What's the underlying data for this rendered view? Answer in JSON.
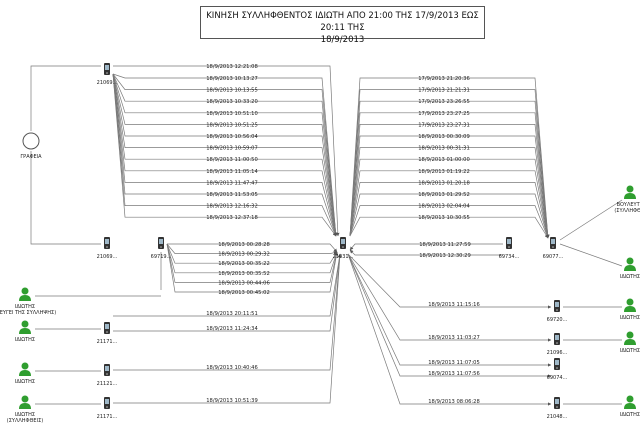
{
  "title_line1": "ΚΙΝΗΣΗ ΣΥΛΛΗΦΘΕΝΤΟΣ ΙΔΙΩΤΗ ΑΠΟ 21:00 ΤΗΣ 17/9/2013 ΕΩΣ 20:11 ΤΗΣ",
  "title_line2": "18/9/2013",
  "colors": {
    "line": "#7a7a7a",
    "text": "#222222",
    "phone": "#333333",
    "person": "#2f9e2f"
  },
  "nodes": [
    {
      "id": "p_top",
      "type": "phone",
      "label": "21069..."
    },
    {
      "id": "office",
      "type": "circle",
      "label": "ΓΡΑΦΕΙΑ"
    },
    {
      "id": "p_left",
      "type": "phone",
      "label": "21069..."
    },
    {
      "id": "p_6971",
      "type": "phone",
      "label": "69719..."
    },
    {
      "id": "p_center",
      "type": "phone",
      "label": "21031..."
    },
    {
      "id": "p_6973",
      "type": "phone",
      "label": "69734..."
    },
    {
      "id": "p_6907",
      "type": "phone",
      "label": "69077..."
    },
    {
      "id": "person_r_top",
      "type": "person",
      "label": "ΒΟΥΛΕΥΤΗ (ΣΥΛΛΗΦΘΕΙ"
    },
    {
      "id": "person_r_2",
      "type": "person",
      "label": "ΙΔΙΩΤΗΣ"
    },
    {
      "id": "person_l_1",
      "type": "person",
      "label": "ΙΔΙΩΤΗΣ (ΦΕΥΓΕΙ ΤΗΣ ΣΥΛΛΗΨΗΣ)"
    },
    {
      "id": "person_l_2",
      "type": "person",
      "label": "ΙΔΙΩΤΗΣ"
    },
    {
      "id": "p_2117a",
      "type": "phone",
      "label": "21171..."
    },
    {
      "id": "person_l_3",
      "type": "person",
      "label": "ΙΔΙΩΤΗΣ"
    },
    {
      "id": "p_2112",
      "type": "phone",
      "label": "21121..."
    },
    {
      "id": "person_l_4",
      "type": "person",
      "label": "ΙΔΙΩΤΗΣ (ΣΥΛΛΗΦΘΕΙΣ)"
    },
    {
      "id": "p_2117b",
      "type": "phone",
      "label": "21171..."
    },
    {
      "id": "p_6972",
      "type": "phone",
      "label": "69720..."
    },
    {
      "id": "person_r_3",
      "type": "person",
      "label": "ΙΔΙΩΤΗΣ"
    },
    {
      "id": "p_2109",
      "type": "phone",
      "label": "21096..."
    },
    {
      "id": "person_r_4",
      "type": "person",
      "label": "ΙΔΙΩΤΗΣ"
    },
    {
      "id": "p_6974",
      "type": "phone",
      "label": "69074..."
    },
    {
      "id": "p_2104",
      "type": "phone",
      "label": "21048..."
    },
    {
      "id": "person_r_5",
      "type": "person",
      "label": "ΙΔΙΩΤΗΣ"
    }
  ],
  "edges_top_left": [
    "18/9/2013 12:21:08"
  ],
  "edges_left_bundle": [
    "18/9/2013 10:13:27",
    "18/9/2013 10:13:55",
    "18/9/2013 10:33:20",
    "18/9/2013 10:51:10",
    "18/9/2013 10:51:25",
    "18/9/2013 10:56:04",
    "18/9/2013 10:59:07",
    "18/9/2013 11:00:50",
    "18/9/2013 11:05:14",
    "18/9/2013 11:47:47",
    "18/9/2013 11:53:05",
    "18/9/2013 12:16:32",
    "18/9/2013 12:37:18"
  ],
  "edges_right_bundle": [
    "17/9/2013 21:20:36",
    "17/9/2013 21:21:31",
    "17/9/2013 23:26:55",
    "17/9/2013 23:27:25",
    "17/9/2013 23:27:31",
    "18/9/2013 00:30:09",
    "18/9/2013 00:31:31",
    "18/9/2013 01:00:00",
    "18/9/2013 01:19:22",
    "18/9/2013 01:20:18",
    "18/9/2013 01:29:52",
    "18/9/2013 02:04:04",
    "18/9/2013 10:30:55"
  ],
  "edges_6971": [
    "18/9/2013 00:28:28",
    "18/9/2013 00:29:32",
    "18/9/2013 00:35:22",
    "18/9/2013 00:35:52",
    "18/9/2013 00:44:06",
    "18/9/2013 00:45:02"
  ],
  "edges_6973": [
    "18/9/2013 11:27:59",
    "18/9/2013 12:30:29"
  ],
  "edges_lower_left": [
    "18/9/2013 20:11:51",
    "18/9/2013 11:24:34",
    "18/9/2013 10:40:46",
    "18/9/2013 10:51:39"
  ],
  "edges_lower_right": [
    "18/9/2013 11:15:16",
    "18/9/2013 11:03:27",
    "18/9/2013 11:07:05",
    "18/9/2013 11:07:56",
    "18/9/2013 08:06:28"
  ]
}
